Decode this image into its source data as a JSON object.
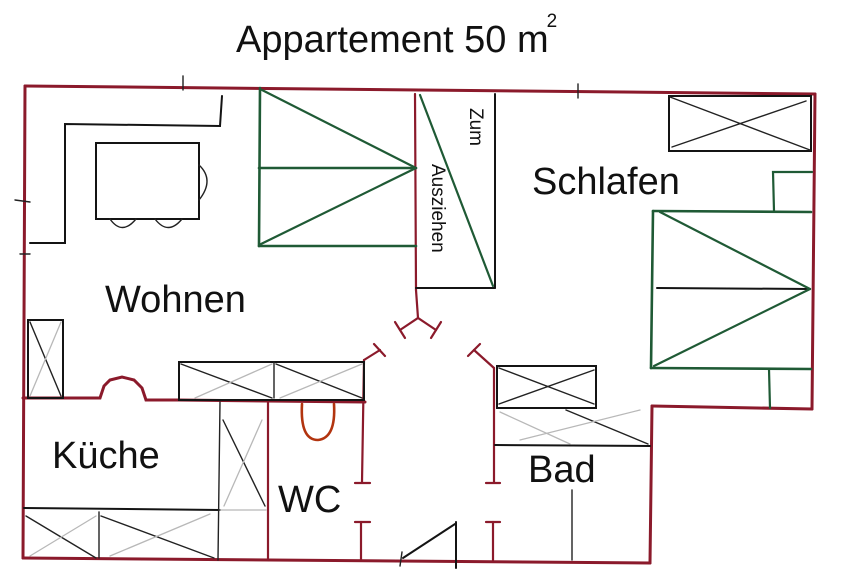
{
  "title": {
    "text": "Appartement 50 m",
    "superscript": "2"
  },
  "rooms": [
    {
      "id": "wohnen",
      "label": "Wohnen"
    },
    {
      "id": "schlafen",
      "label": "Schlafen"
    },
    {
      "id": "kueche",
      "label": "Küche"
    },
    {
      "id": "wc",
      "label": "WC"
    },
    {
      "id": "bad",
      "label": "Bad"
    }
  ],
  "annotations": {
    "sofa_bed_line1": "Zum",
    "sofa_bed_line2": "Ausziehen"
  },
  "colors": {
    "walls": "#8b1a2b",
    "furniture": "#141414",
    "beds": "#1f5a35",
    "fixtures": "#b2340f"
  }
}
